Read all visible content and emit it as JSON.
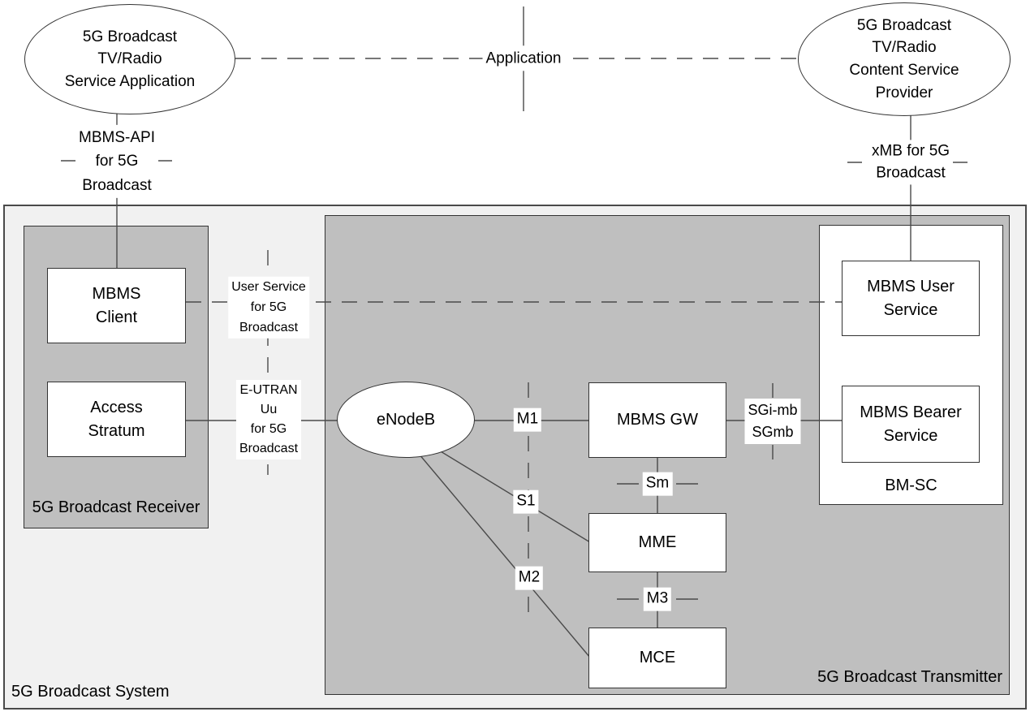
{
  "colors": {
    "system_fill": "#f1f1f1",
    "inner_region_fill": "#bfbfbf",
    "node_fill": "#ffffff",
    "line": "#4a4a4a",
    "border": "#333333",
    "text": "#000000"
  },
  "ellipses": {
    "service_application": {
      "lines": [
        "5G Broadcast",
        "TV/Radio",
        "Service Application"
      ]
    },
    "content_provider": {
      "lines": [
        "5G Broadcast",
        "TV/Radio",
        "Content Service",
        "Provider"
      ]
    },
    "enodeb": {
      "label": "eNodeB"
    }
  },
  "nodes": {
    "mbms_client": {
      "lines": [
        "MBMS",
        "Client"
      ]
    },
    "access_stratum": {
      "lines": [
        "Access",
        "Stratum"
      ]
    },
    "mbms_gw": {
      "label": "MBMS GW"
    },
    "mme": {
      "label": "MME"
    },
    "mce": {
      "label": "MCE"
    },
    "mbms_user_service": {
      "lines": [
        "MBMS User",
        "Service"
      ]
    },
    "mbms_bearer_service": {
      "lines": [
        "MBMS Bearer",
        "Service"
      ]
    }
  },
  "interfaces": {
    "application": {
      "label": "Application"
    },
    "mbms_api": {
      "lines": [
        "MBMS-API",
        "for 5G",
        "Broadcast"
      ]
    },
    "xmb": {
      "lines": [
        "xMB for 5G",
        "Broadcast"
      ]
    },
    "user_service": {
      "lines": [
        "User Service",
        "for 5G",
        "Broadcast"
      ]
    },
    "eutran_uu": {
      "lines": [
        "E-UTRAN",
        "Uu",
        "for 5G",
        "Broadcast"
      ]
    },
    "m1": {
      "label": "M1"
    },
    "s1": {
      "label": "S1"
    },
    "m2": {
      "label": "M2"
    },
    "sm": {
      "label": "Sm"
    },
    "m3": {
      "label": "M3"
    },
    "sgi_sgmb": {
      "lines": [
        "SGi-mb",
        "SGmb"
      ]
    }
  },
  "regions": {
    "system": {
      "label": "5G Broadcast System"
    },
    "receiver": {
      "lines": [
        "5G Broadcast",
        "Receiver"
      ]
    },
    "transmitter": {
      "label": "5G Broadcast Transmitter"
    },
    "bmsc": {
      "label": "BM-SC"
    }
  }
}
